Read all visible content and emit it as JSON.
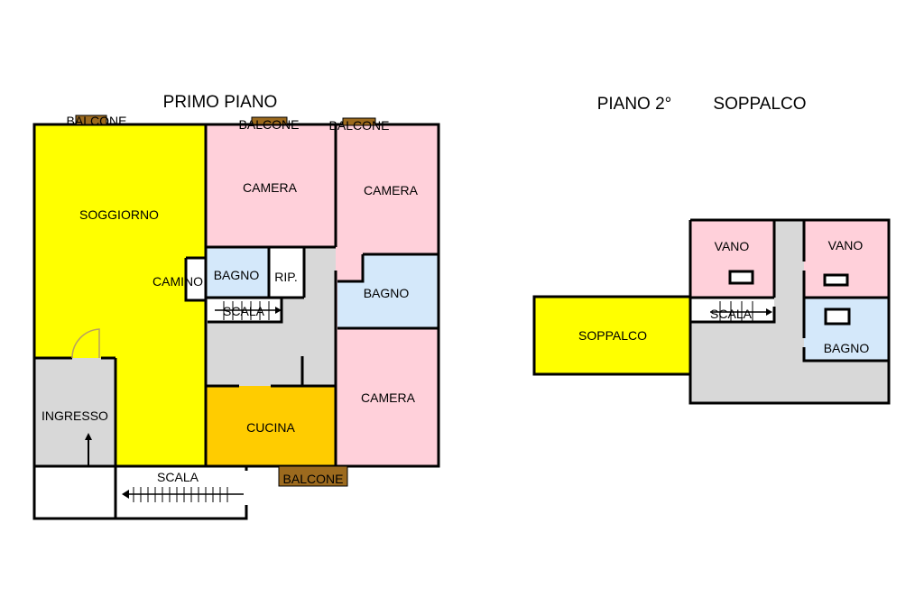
{
  "titles": {
    "first_floor": "PRIMO PIANO",
    "second_floor": "PIANO 2°",
    "mezzanine": "SOPPALCO"
  },
  "first_floor": {
    "soggiorno": "SOGGIORNO",
    "camino": "CAMINO",
    "camera_1": "CAMERA",
    "camera_2": "CAMERA",
    "camera_3": "CAMERA",
    "bagno_1": "BAGNO",
    "bagno_2": "BAGNO",
    "ripostiglio": "RIP.",
    "scala_internal": "SCALA",
    "ingresso": "INGRESSO",
    "cucina": "CUCINA",
    "scala_external": "SCALA",
    "balcone_1": "BALCONE",
    "balcone_2": "BALCONE",
    "balcone_3": "BALCONE",
    "balcone_4": "BALCONE"
  },
  "second_floor": {
    "soppalco": "SOPPALCO",
    "vano_1": "VANO",
    "vano_2": "VANO",
    "bagno": "BAGNO",
    "scala": "SCALA"
  },
  "colors": {
    "living": "#ffff00",
    "bedroom": "#ffd0da",
    "bath": "#d4e8fa",
    "corridor": "#d8d8d8",
    "kitchen": "#ffcc00",
    "balcony": "#9c6a1e"
  }
}
